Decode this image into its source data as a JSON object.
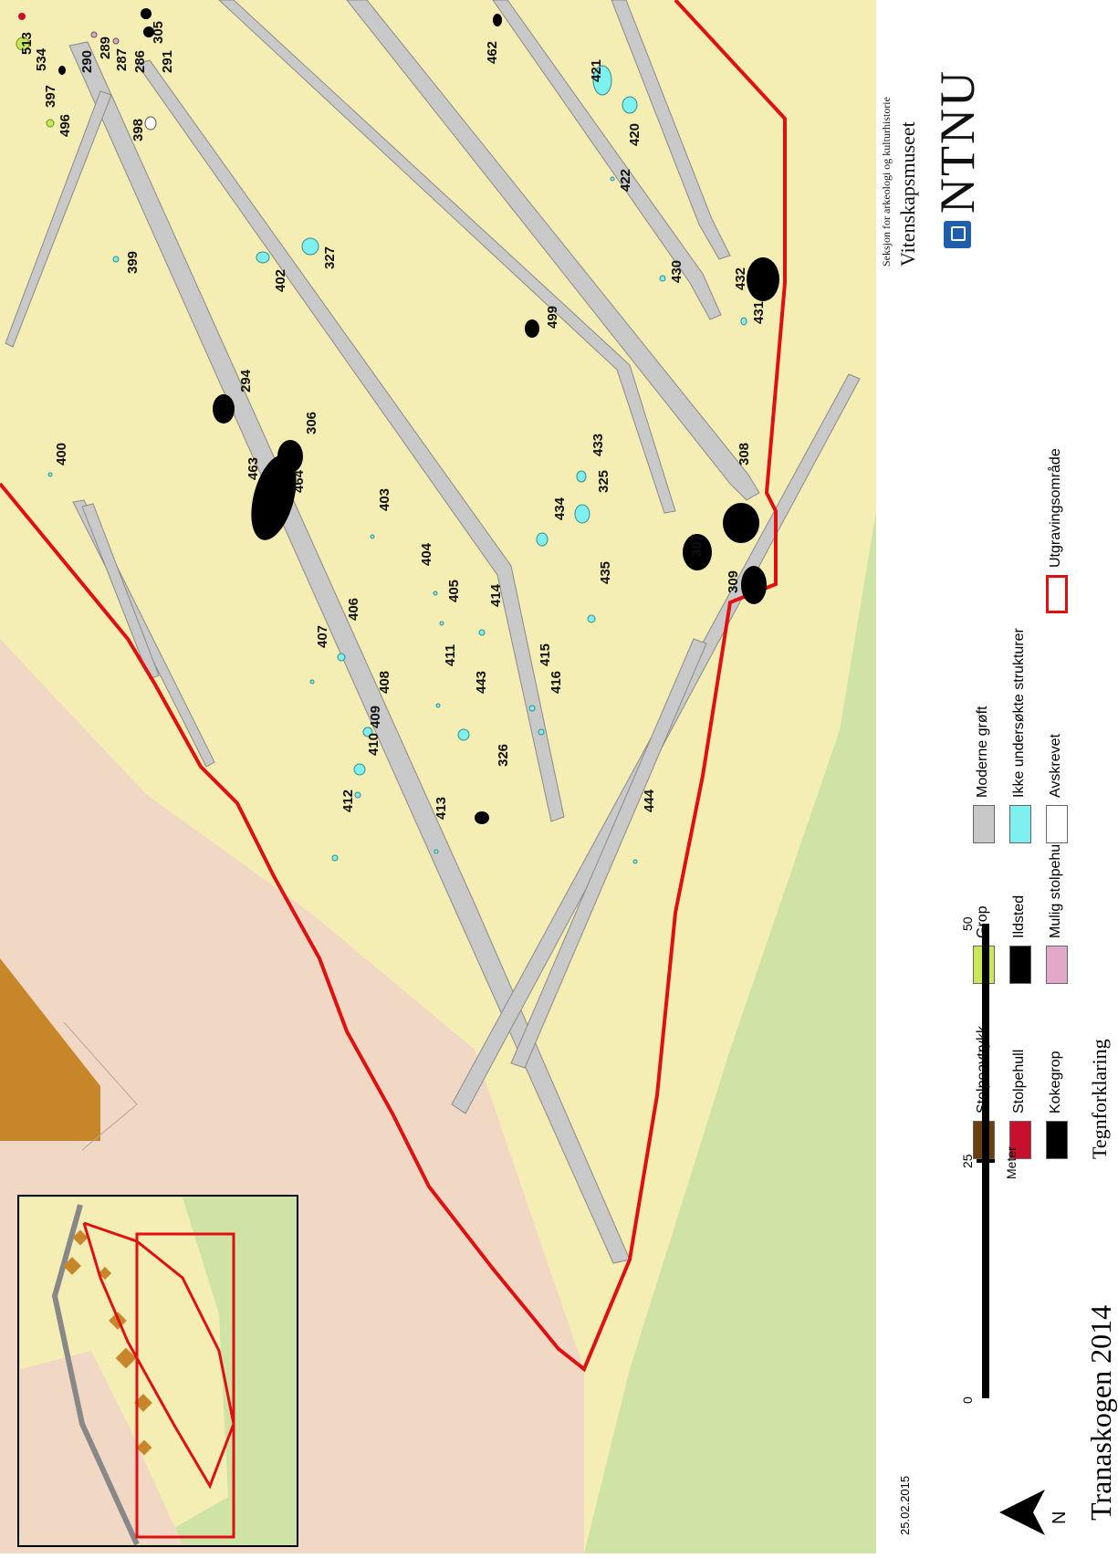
{
  "title": "Tranaskogen 2014",
  "north_label": "N",
  "date": "25.02.2015",
  "legend": {
    "heading": "Tegnforklaring",
    "items": [
      {
        "label": "Kokegrop",
        "color": "#000000"
      },
      {
        "label": "Stolpehull",
        "color": "#c8102e"
      },
      {
        "label": "Stolpeavtrykk",
        "color": "#6b3f10"
      },
      {
        "label": "Mulig stolpehull",
        "color": "#e2a8c8"
      },
      {
        "label": "Ildsted",
        "color": "#000000"
      },
      {
        "label": "Grop",
        "color": "#c8e85a"
      },
      {
        "label": "Avskrevet",
        "color": "#ffffff"
      },
      {
        "label": "Ikke undersøkte strukturer",
        "color": "#7ff0f0"
      },
      {
        "label": "Moderne grøft",
        "color": "#c8c8c8"
      },
      {
        "label": "Utgravingsområde",
        "color": "#e01010"
      }
    ]
  },
  "scalebar": {
    "ticks": [
      "0",
      "25",
      "50"
    ],
    "unit": "Meter"
  },
  "institution": {
    "logo_text": "NTNU",
    "name": "Vitenskapsmuseet",
    "section": "Seksjon for arkeologi og kulturhistorie"
  },
  "feature_labels": [
    "513",
    "534",
    "397",
    "496",
    "290",
    "289",
    "287",
    "286",
    "305",
    "291",
    "398",
    "462",
    "421",
    "420",
    "422",
    "399",
    "402",
    "327",
    "430",
    "432",
    "431",
    "499",
    "294",
    "306",
    "400",
    "463",
    "464",
    "403",
    "433",
    "325",
    "434",
    "308",
    "307",
    "309",
    "404",
    "405",
    "414",
    "435",
    "407",
    "406",
    "411",
    "415",
    "416",
    "443",
    "408",
    "409",
    "410",
    "326",
    "412",
    "413",
    "444"
  ],
  "colors": {
    "field": "#f5eeb4",
    "pink_area": "#f1d8c5",
    "green_area": "#cfe3a6",
    "building": "#c8862a",
    "ditch": "#c9c9c9",
    "boundary": "#e01010",
    "unexamined": "#7ff0f0"
  }
}
